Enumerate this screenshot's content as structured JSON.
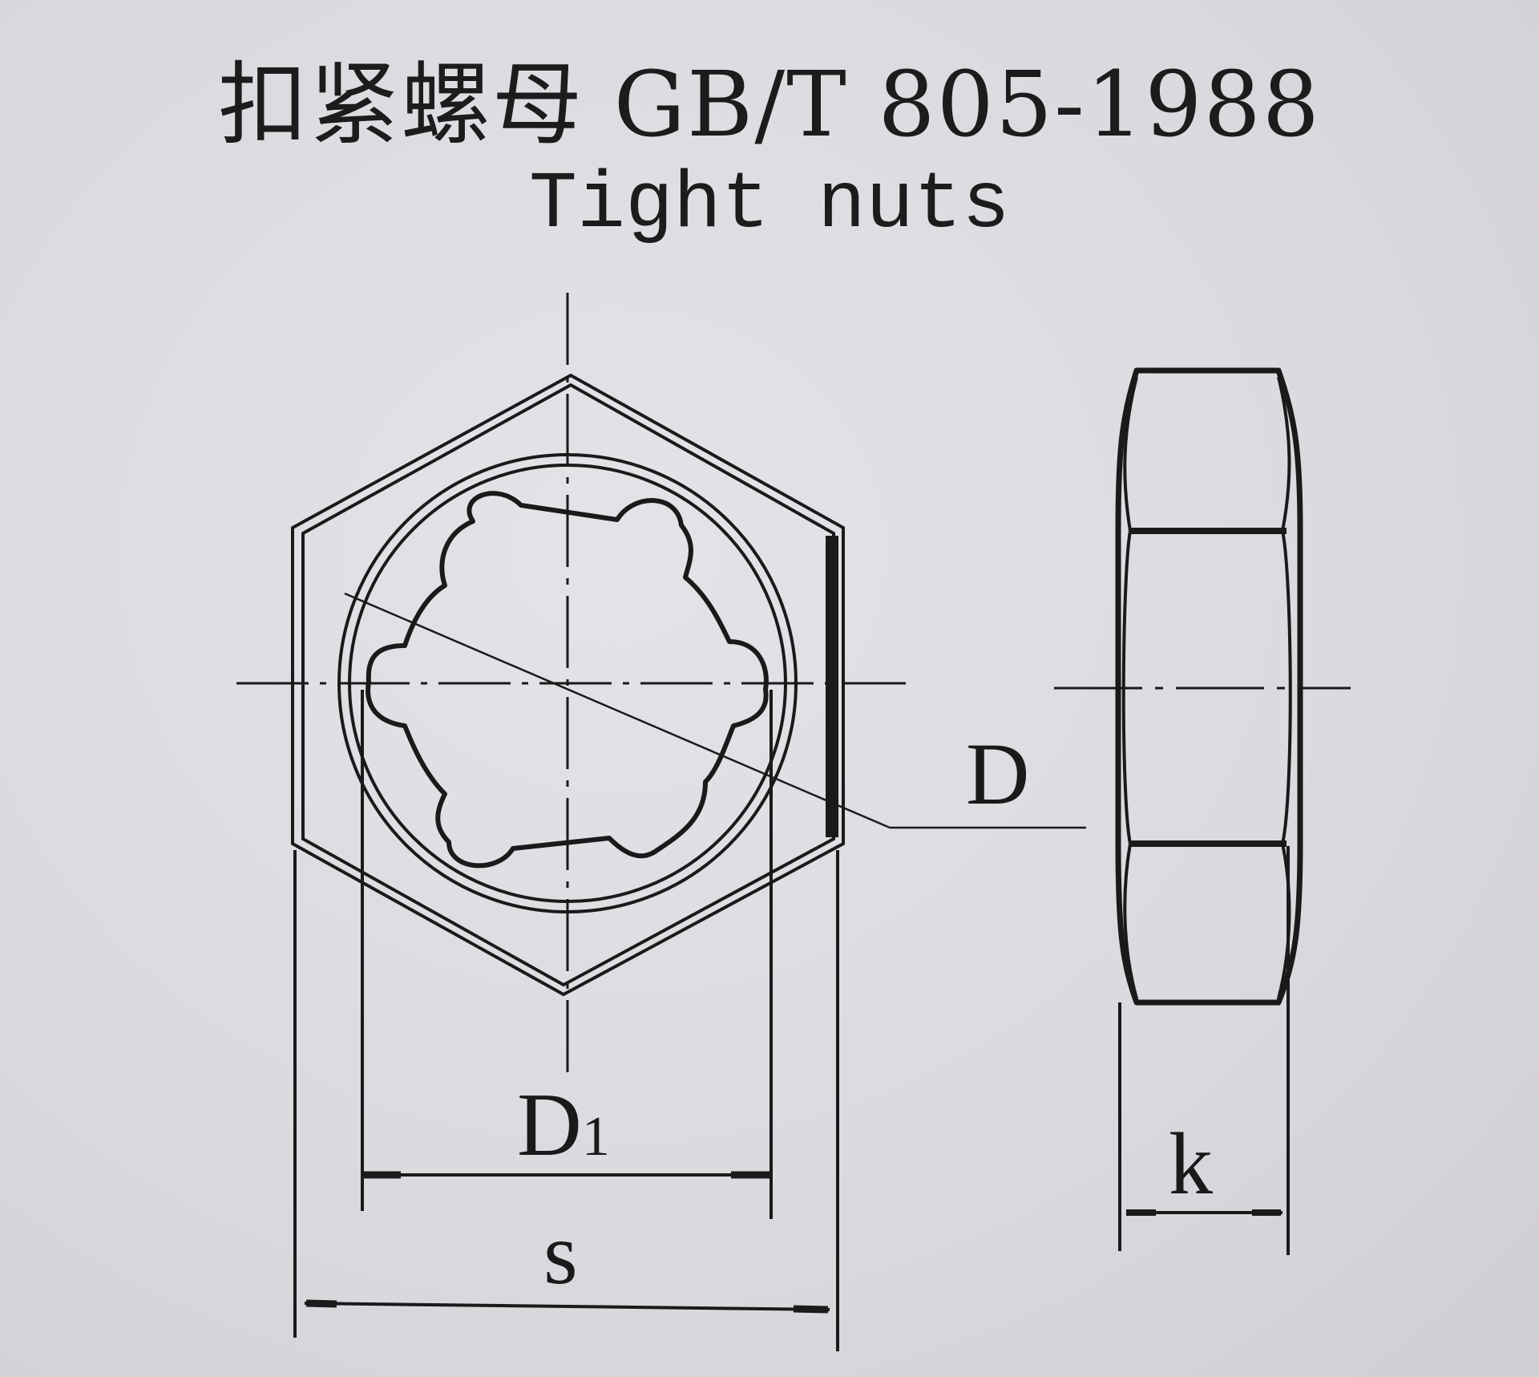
{
  "title": "扣紧螺母 GB/T 805-1988",
  "subtitle": "Tight nuts",
  "labels": {
    "D": "D",
    "D1_main": "D",
    "D1_sub": "1",
    "s": "s",
    "k": "k"
  },
  "colors": {
    "ink": "#1a1a1a",
    "paper": "#dcdbe0"
  }
}
